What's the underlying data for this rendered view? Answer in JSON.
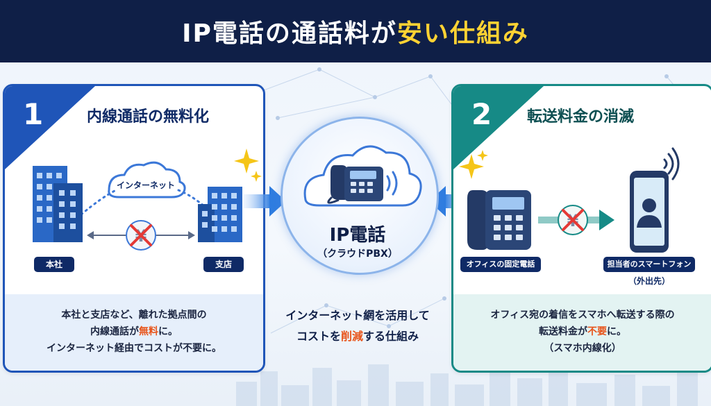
{
  "header": {
    "title_prefix": "IP電話の通話料が",
    "title_highlight": "安い仕組み"
  },
  "panel1": {
    "number": "1",
    "title": "内線通話の無料化",
    "cloud_label": "インターネット",
    "building_left_label": "本社",
    "building_right_label": "支店",
    "desc_line1": "本社と支店など、離れた拠点間の",
    "desc_line2_pre": "内線通話が",
    "desc_line2_hl": "無料",
    "desc_line2_post": "に。",
    "desc_line3": "インターネット経由でコストが不要に。"
  },
  "center": {
    "title": "IP電話",
    "subtitle": "（クラウドPBX）",
    "desc_line1": "インターネット網を活用して",
    "desc_line2_pre": "コストを",
    "desc_line2_hl": "削減",
    "desc_line2_post": "する仕組み"
  },
  "panel2": {
    "number": "2",
    "title": "転送料金の消滅",
    "phone_label": "オフィスの固定電話",
    "smartphone_label": "担当者のスマートフォン",
    "smartphone_sub": "（外出先）",
    "desc_line1": "オフィス宛の着信をスマホへ転送する際の",
    "desc_line2_pre": "転送料金が",
    "desc_line2_hl": "不要",
    "desc_line2_post": "に。",
    "desc_line3": "（スマホ内線化）"
  },
  "colors": {
    "navy": "#0f1f47",
    "blue": "#1f55b8",
    "teal": "#168a86",
    "highlight_yellow": "#ffd233",
    "highlight_orange": "#e8541a"
  }
}
